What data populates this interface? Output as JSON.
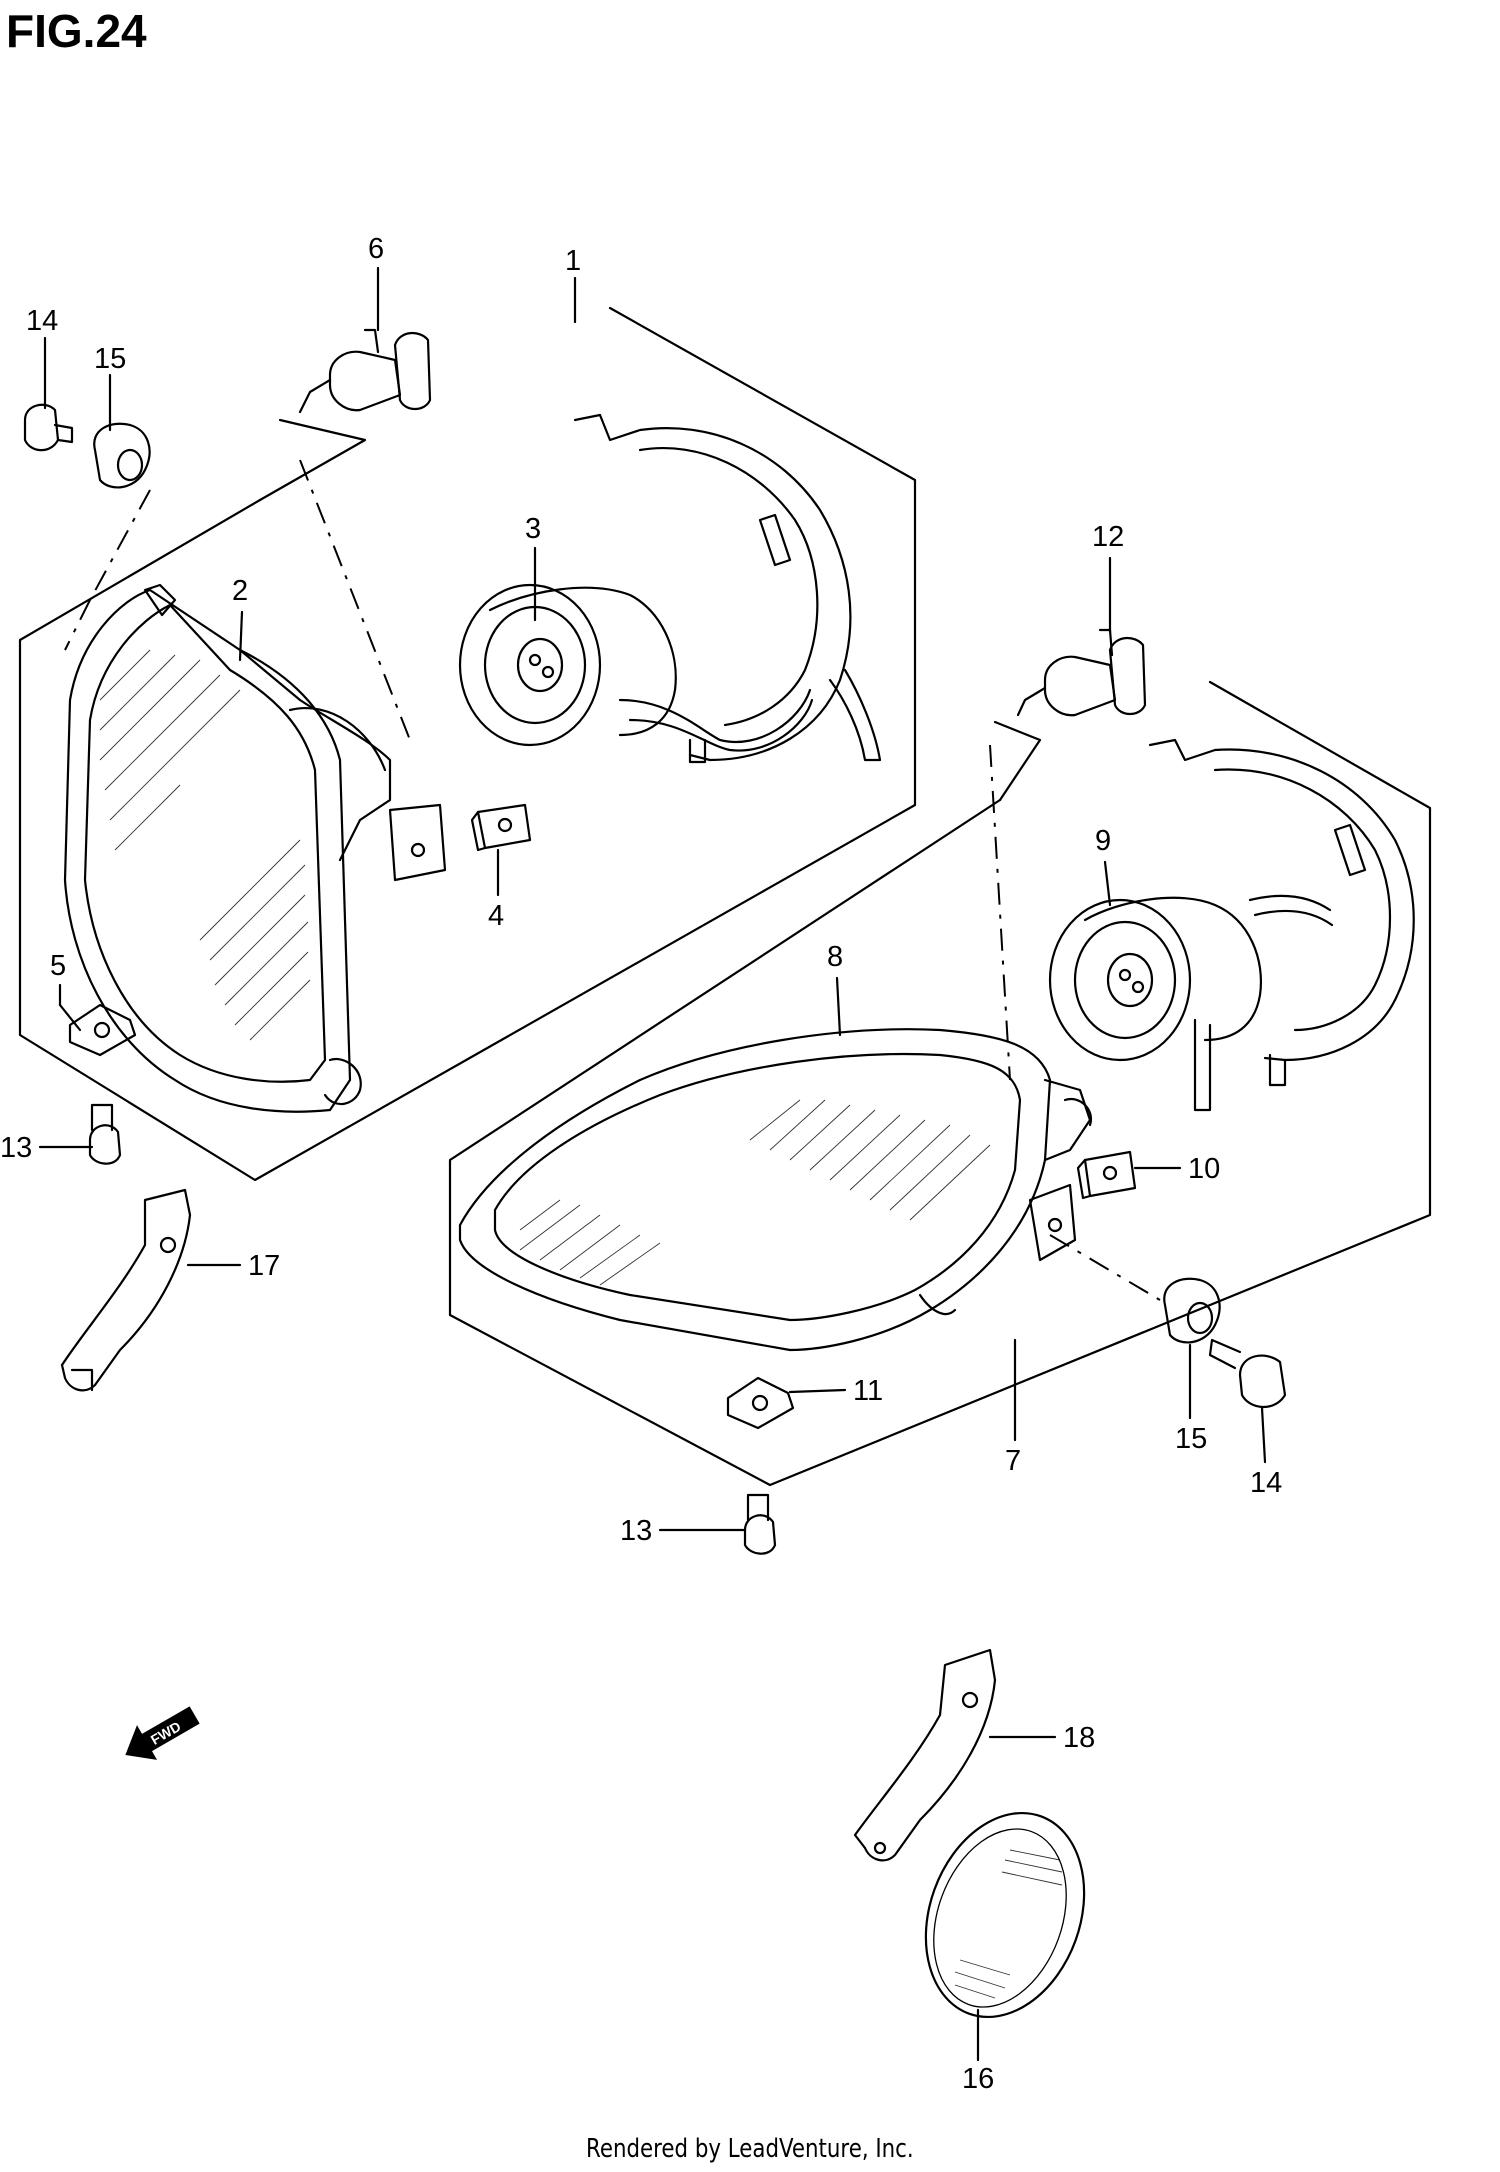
{
  "figure": {
    "title": "FIG.24"
  },
  "callouts": [
    {
      "id": "c1",
      "label": "1"
    },
    {
      "id": "c2",
      "label": "2"
    },
    {
      "id": "c3",
      "label": "3"
    },
    {
      "id": "c4",
      "label": "4"
    },
    {
      "id": "c5",
      "label": "5"
    },
    {
      "id": "c6",
      "label": "6"
    },
    {
      "id": "c7",
      "label": "7"
    },
    {
      "id": "c8",
      "label": "8"
    },
    {
      "id": "c9",
      "label": "9"
    },
    {
      "id": "c10",
      "label": "10"
    },
    {
      "id": "c11",
      "label": "11"
    },
    {
      "id": "c12",
      "label": "12"
    },
    {
      "id": "c13a",
      "label": "13"
    },
    {
      "id": "c13b",
      "label": "13"
    },
    {
      "id": "c14a",
      "label": "14"
    },
    {
      "id": "c14b",
      "label": "14"
    },
    {
      "id": "c15a",
      "label": "15"
    },
    {
      "id": "c15b",
      "label": "15"
    },
    {
      "id": "c16",
      "label": "16"
    },
    {
      "id": "c17",
      "label": "17"
    },
    {
      "id": "c18",
      "label": "18"
    }
  ],
  "fwd_arrow": {
    "label": "FWD"
  },
  "footer": {
    "text": "Rendered by LeadVenture, Inc."
  }
}
